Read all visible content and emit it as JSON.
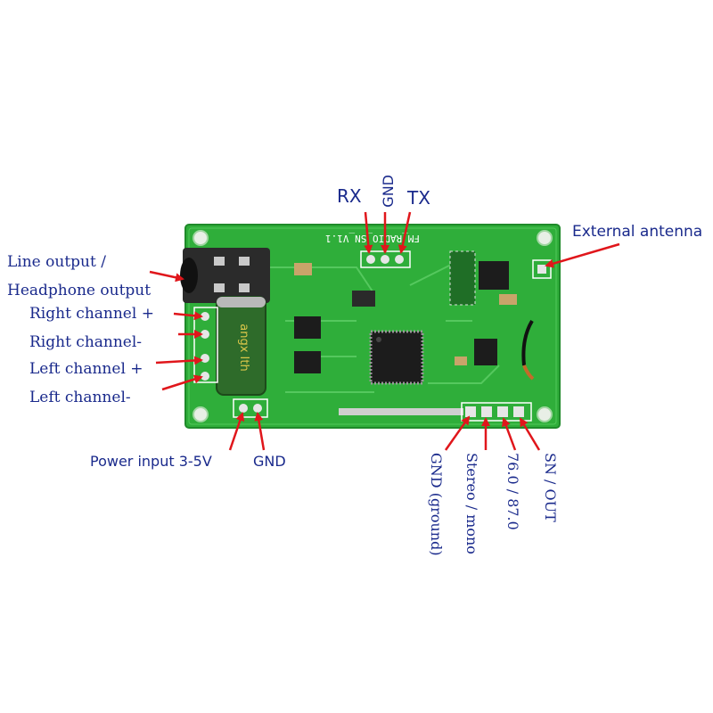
{
  "labels": {
    "rx": "RX",
    "gnd_top": "GND",
    "tx": "TX",
    "external_antenna": "External antenna",
    "line_output": "Line output /",
    "headphone_output": "Headphone output",
    "right_plus": "Right channel +",
    "right_minus": "Right channel-",
    "left_plus": "Left channel +",
    "left_minus": "Left channel-",
    "power_input": "Power input 3-5V",
    "gnd_power": "GND",
    "gnd_ground": "GND (ground)",
    "stereo_mono": "Stereo / mono",
    "band": "76.0 / 87.0",
    "sn_out": "SN / OUT"
  },
  "board": {
    "silkscreen": "FM_RADIO_SN_V1.1",
    "capacitor_text": "angx Ith"
  },
  "colors": {
    "pcb": "#2fae3a",
    "label": "#1a2a8c",
    "arrow": "#e0161b"
  }
}
